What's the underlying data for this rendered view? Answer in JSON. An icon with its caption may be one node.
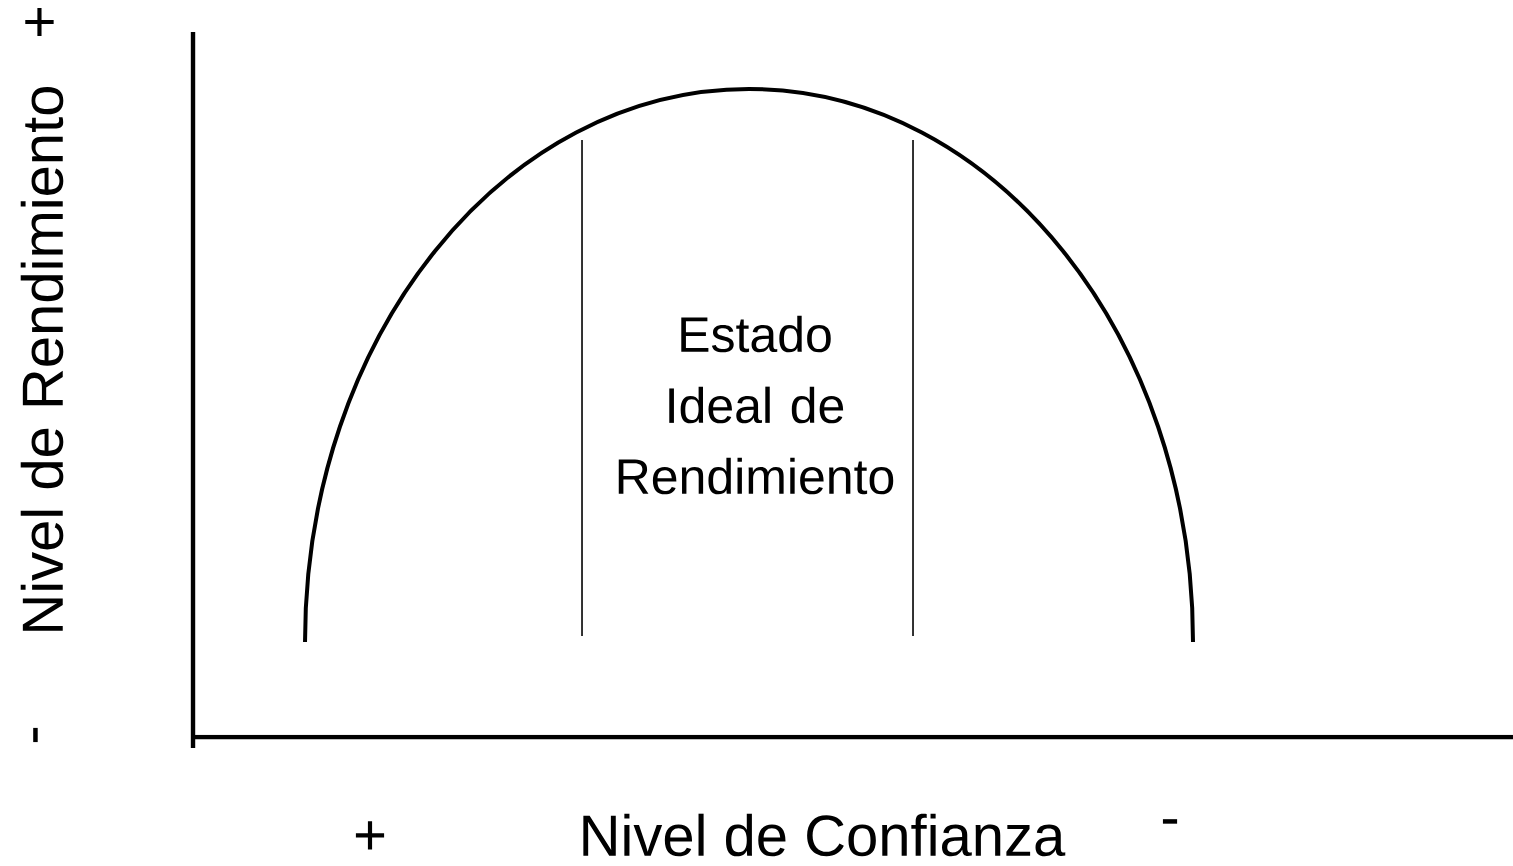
{
  "diagram": {
    "labels": [
      "+",
      "Nivel de Rendimiento",
      "-",
      "Estado Ideal de Rendimiento",
      "+",
      "Nivel de Confianza",
      "-"
    ]
  }
}
